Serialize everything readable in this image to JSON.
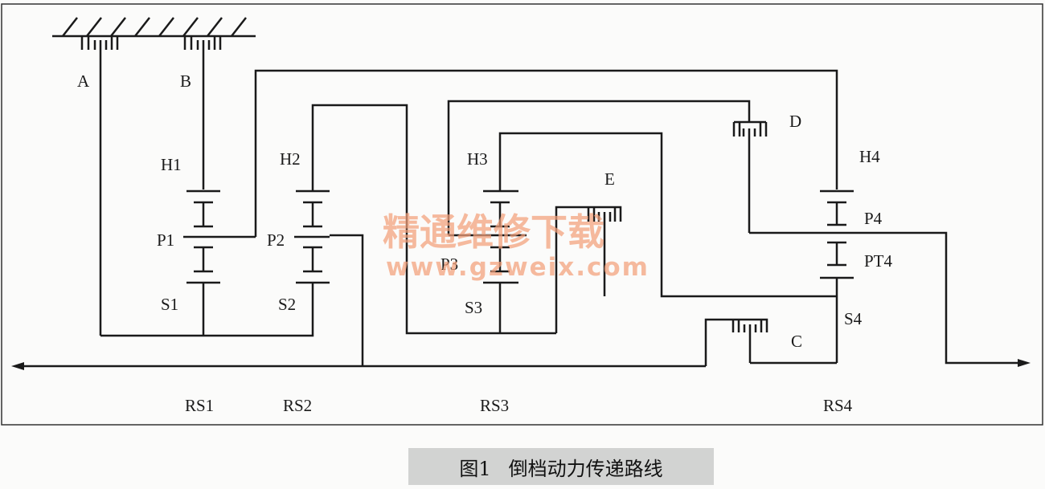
{
  "diagram": {
    "clutch_labels": {
      "a": "A",
      "b": "B",
      "c": "C",
      "d": "D",
      "e": "E"
    },
    "planet_sets": [
      {
        "ring": "H1",
        "planet": "P1",
        "sun": "S1",
        "name": "RS1"
      },
      {
        "ring": "H2",
        "planet": "P2",
        "sun": "S2",
        "name": "RS2"
      },
      {
        "ring": "H3",
        "planet": "P3",
        "sun": "S3",
        "name": "RS3"
      },
      {
        "ring": "H4",
        "planet": "P4",
        "planet2": "PT4",
        "sun": "S4",
        "name": "RS4"
      }
    ]
  },
  "watermark": {
    "line1": "精通维修下载",
    "line2": "www.gzweix.com"
  },
  "caption": {
    "number": "图1",
    "text": "倒档动力传递路线"
  }
}
